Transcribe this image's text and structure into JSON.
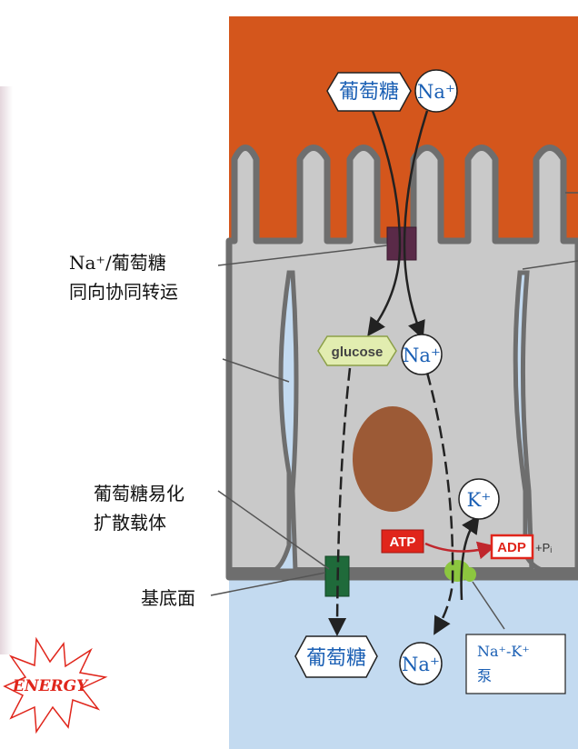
{
  "labels": {
    "symporter_line1": "Na⁺/葡萄糖",
    "symporter_line2": "同向协同转运",
    "carrier_line1": "葡萄糖易化",
    "carrier_line2": "扩散载体",
    "basal": "基底面"
  },
  "molecules": {
    "glucose_top": "葡萄糖",
    "na_top": "Na⁺",
    "glucose_mid": "glucose",
    "na_mid": "Na⁺",
    "k": "K⁺",
    "atp": "ATP",
    "adp": "ADP",
    "pi": "+Pᵢ",
    "glucose_bottom": "葡萄糖",
    "na_bottom": "Na⁺"
  },
  "pump_box": {
    "line1": "Na⁺-K⁺",
    "line2": "泵"
  },
  "logo": {
    "text": "ENERGY"
  },
  "colors": {
    "lumen": "#d4561c",
    "cell": "#c9c9c9",
    "membrane": "#6e6e6e",
    "interstitial": "#c3daf0",
    "nucleus": "#9c5a36",
    "symporter": "#5a2a48",
    "carrier": "#1f6a3a",
    "pump": "#8cc63f",
    "atp": "#e0251b",
    "text_blue": "#1a5fb4"
  }
}
